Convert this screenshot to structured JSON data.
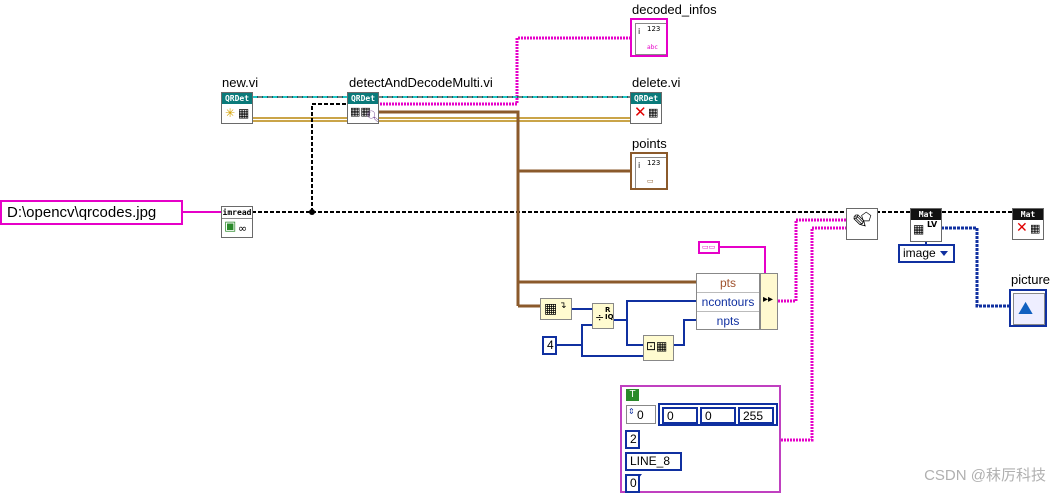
{
  "labels": {
    "decoded_infos": "decoded_infos",
    "new_vi": "new.vi",
    "detect_vi": "detectAndDecodeMulti.vi",
    "delete_vi": "delete.vi",
    "points": "points",
    "picture": "picture"
  },
  "path_control": {
    "value": "D:\\opencv\\qrcodes.jpg"
  },
  "icons": {
    "qrdet": "QRDet",
    "imread": "imread",
    "mat": "Mat",
    "mat_lv": "LV",
    "array_type": "123",
    "abc": "abc"
  },
  "bundle_fields": [
    "pts",
    "ncontours",
    "npts"
  ],
  "constants": {
    "four": "4"
  },
  "image_ring": {
    "value": "image"
  },
  "cluster": {
    "tf_glyph": "T",
    "index": "0",
    "color": [
      "0",
      "0",
      "255"
    ],
    "thickness": "2",
    "line_type": "LINE_8",
    "shift": "0"
  },
  "watermark": "CSDN @秣厉科技",
  "colors": {
    "pink_wire": "#e600c8",
    "cyan_wire": "#20c8c8",
    "refnum_wire": "#8b5a2b",
    "orange_wire": "#b8860b",
    "blue_wire": "#1030a0",
    "black_wire": "#000000"
  }
}
